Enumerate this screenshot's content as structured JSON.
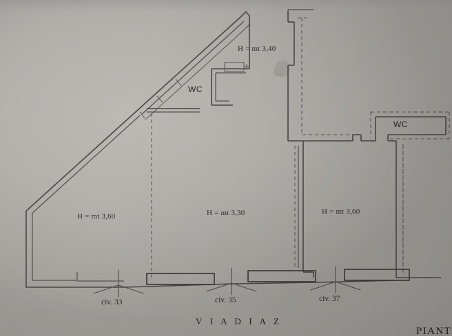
{
  "document": {
    "type": "architectural-floor-plan-scan",
    "street_label": "V I A   D I A Z",
    "header_fragment": "",
    "corner_fragment": "PIANT"
  },
  "rooms": [
    {
      "id": "left-shop",
      "height_label": "H = mt 3,60"
    },
    {
      "id": "center-shop",
      "height_label": "H = mt 3,30"
    },
    {
      "id": "right-shop",
      "height_label": "H = mt 3,60"
    },
    {
      "id": "rear-space",
      "height_label": "H = mt 3,40"
    }
  ],
  "bathrooms": [
    {
      "id": "wc-left",
      "label": "WC"
    },
    {
      "id": "wc-right",
      "label": "WC"
    }
  ],
  "entrances": [
    {
      "id": "entrance-33",
      "label": "civ. 33"
    },
    {
      "id": "entrance-35",
      "label": "civ. 35"
    },
    {
      "id": "entrance-37",
      "label": "civ. 37"
    }
  ],
  "colors": {
    "paper": "#b4b1ad",
    "ink": "#4a4645",
    "ink_text": "#2e2b2a"
  }
}
